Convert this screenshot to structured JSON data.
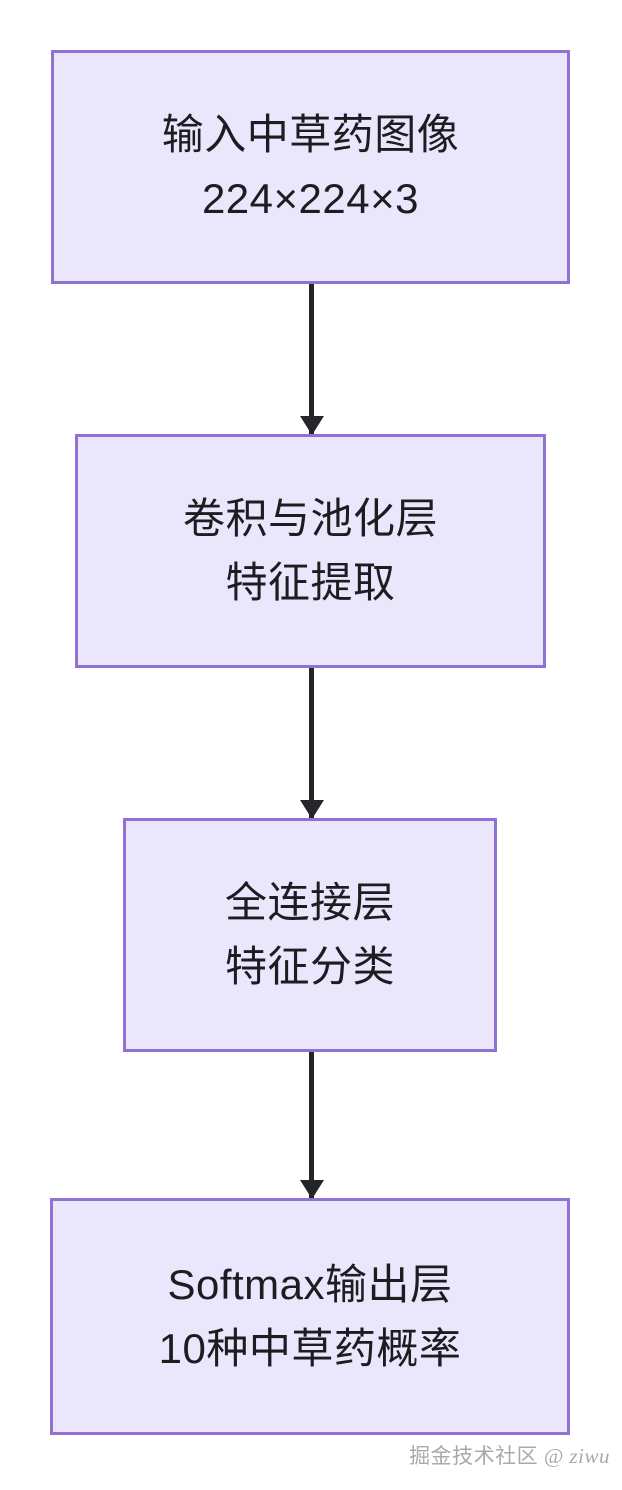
{
  "diagram": {
    "type": "flowchart",
    "orientation": "top-to-bottom",
    "theme": {
      "node_fill": "#eae6fc",
      "node_border": "#9171d4",
      "node_text": "#1c1d20",
      "edge_color": "#25262a",
      "background": "#ffffff",
      "watermark_color": "#a9a9ad"
    },
    "nodes": [
      {
        "id": "input",
        "name": "input-layer",
        "line1": "输入中草药图像",
        "line2": "224×224×3"
      },
      {
        "id": "conv",
        "name": "conv-pool-layer",
        "line1": "卷积与池化层",
        "line2": "特征提取"
      },
      {
        "id": "fc",
        "name": "fully-connected-layer",
        "line1": "全连接层",
        "line2": "特征分类"
      },
      {
        "id": "softmax",
        "name": "softmax-output-layer",
        "line1": "Softmax输出层",
        "line2": "10种中草药概率"
      }
    ],
    "edges": [
      {
        "id": "edge-1",
        "from": "input",
        "to": "conv",
        "arrow": "arrow-down-icon"
      },
      {
        "id": "edge-2",
        "from": "conv",
        "to": "fc",
        "arrow": "arrow-down-icon"
      },
      {
        "id": "edge-3",
        "from": "fc",
        "to": "softmax",
        "arrow": "arrow-down-icon"
      }
    ]
  },
  "watermark": {
    "community": "掘金技术社区",
    "handle": "@ ziwu"
  }
}
